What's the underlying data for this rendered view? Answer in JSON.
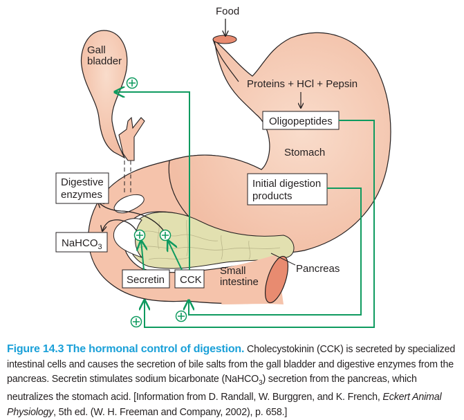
{
  "colors": {
    "tissue": "#f5c3ab",
    "tissue_light": "#f9dccb",
    "tissue_dark": "#e88b70",
    "pancreas": "#e2e0b0",
    "pancreas_lines": "#b9b58a",
    "hormone_green": "#0e9a5f",
    "outline": "#231f20",
    "caption_title": "#1aa0d8"
  },
  "labels": {
    "food": "Food",
    "gall_bladder_line1": "Gall",
    "gall_bladder_line2": "bladder",
    "proteins": "Proteins + HCl + Pepsin",
    "oligopeptides": "Oligopeptides",
    "stomach": "Stomach",
    "initial_digestion_line1": "Initial digestion",
    "initial_digestion_line2": "products",
    "digestive_enzymes_line1": "Digestive",
    "digestive_enzymes_line2": "enzymes",
    "nahco3_main": "NaHCO",
    "nahco3_sub": "3",
    "secretin": "Secretin",
    "cck": "CCK",
    "small_intestine_line1": "Small",
    "small_intestine_line2": "intestine",
    "pancreas": "Pancreas",
    "plus_sign": "+"
  },
  "caption": {
    "figure_number": "Figure 14.3",
    "title": "The hormonal control of digestion.",
    "text_part1": "Cholecystokinin (CCK) is secreted by specialized intestinal cells and causes the secretion of bile salts from the gall bladder and digestive enzymes from the pancreas. Secretin stimulates sodium bicarbonate (NaHCO",
    "sub": "3",
    "text_part2": ") secretion from the pancreas, which neutralizes the stomach acid. [Information from D. Randall, W. Burggren, and K. French, ",
    "book_title": "Eckert Animal Physiology",
    "text_part3": ", 5th ed. (W. H. Freeman and Company, 2002), p. 658.]"
  }
}
